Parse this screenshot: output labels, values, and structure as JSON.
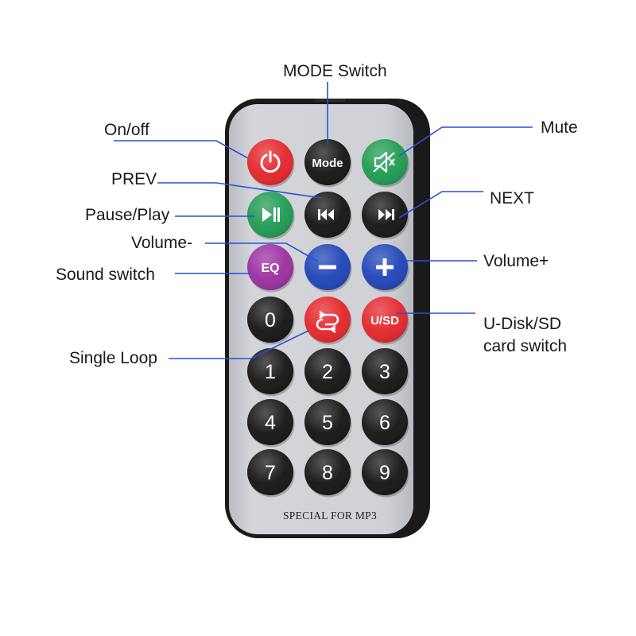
{
  "remote": {
    "footer_text": "SPECIAL FOR MP3",
    "body_color": "#c9ccd1",
    "case_color": "#1a1a1a",
    "buttons": [
      {
        "id": "power",
        "label": "",
        "icon": "power-icon",
        "color": "#e3262b"
      },
      {
        "id": "mode",
        "label": "Mode",
        "icon": "",
        "color": "#151515"
      },
      {
        "id": "mute",
        "label": "",
        "icon": "speaker-mute-icon",
        "color": "#1f9a52"
      },
      {
        "id": "play-pause",
        "label": "",
        "icon": "play-pause-icon",
        "color": "#1f9a52"
      },
      {
        "id": "prev",
        "label": "",
        "icon": "skip-back-icon",
        "color": "#151515"
      },
      {
        "id": "next",
        "label": "",
        "icon": "skip-forward-icon",
        "color": "#151515"
      },
      {
        "id": "eq",
        "label": "EQ",
        "icon": "",
        "color": "#9a2fa0"
      },
      {
        "id": "volume-down",
        "label": "",
        "icon": "minus-icon",
        "color": "#1f44b6"
      },
      {
        "id": "volume-up",
        "label": "",
        "icon": "plus-icon",
        "color": "#1f44b6"
      },
      {
        "id": "digit-0",
        "label": "0",
        "icon": "",
        "color": "#151515"
      },
      {
        "id": "loop",
        "label": "",
        "icon": "loop-icon",
        "color": "#e3262b"
      },
      {
        "id": "usd",
        "label": "U/SD",
        "icon": "",
        "color": "#e3262b"
      },
      {
        "id": "digit-1",
        "label": "1",
        "icon": "",
        "color": "#151515"
      },
      {
        "id": "digit-2",
        "label": "2",
        "icon": "",
        "color": "#151515"
      },
      {
        "id": "digit-3",
        "label": "3",
        "icon": "",
        "color": "#151515"
      },
      {
        "id": "digit-4",
        "label": "4",
        "icon": "",
        "color": "#151515"
      },
      {
        "id": "digit-5",
        "label": "5",
        "icon": "",
        "color": "#151515"
      },
      {
        "id": "digit-6",
        "label": "6",
        "icon": "",
        "color": "#151515"
      },
      {
        "id": "digit-7",
        "label": "7",
        "icon": "",
        "color": "#151515"
      },
      {
        "id": "digit-8",
        "label": "8",
        "icon": "",
        "color": "#151515"
      },
      {
        "id": "digit-9",
        "label": "9",
        "icon": "",
        "color": "#151515"
      }
    ]
  },
  "callouts": {
    "mode": "MODE Switch",
    "onoff": "On/off",
    "mute": "Mute",
    "prev": "PREV",
    "next": "NEXT",
    "pause_play": "Pause/Play",
    "volume_minus": "Volume-",
    "volume_plus": "Volume+",
    "sound_switch": "Sound switch",
    "udisk_line1": "U-Disk/SD",
    "udisk_line2": "card switch",
    "single_loop": "Single Loop"
  },
  "leader_color": "#2a4fd6"
}
